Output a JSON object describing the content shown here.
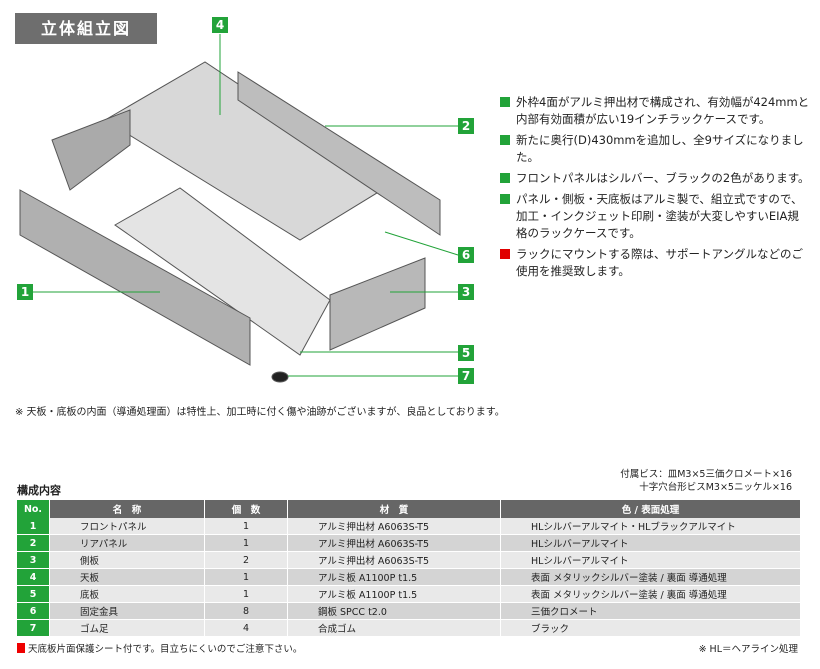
{
  "title": "立体組立図",
  "callouts": [
    "1",
    "2",
    "3",
    "4",
    "5",
    "6",
    "7"
  ],
  "bullets": [
    {
      "text": "外枠4面がアルミ押出材で構成され、有効幅が424mmと内部有効面積が広い19インチラックケースです。",
      "color": "#22a339"
    },
    {
      "text": "新たに奥行(D)430mmを追加し、全9サイズになりました。",
      "color": "#22a339"
    },
    {
      "text": "フロントパネルはシルバー、ブラックの2色があります。",
      "color": "#22a339"
    },
    {
      "text": "パネル・側板・天底板はアルミ製で、組立式ですので、加工・インクジェット印刷・塗装が大変しやすいEIA規格のラックケースです。",
      "color": "#22a339"
    },
    {
      "text": "ラックにマウントする際は、サポートアングルなどのご使用を推奨致します。",
      "color": "#e00000"
    }
  ],
  "note": "※ 天板・底板の内面（導通処理面）は特性上、加工時に付く傷や油跡がございますが、良品としております。",
  "section_title": "構成内容",
  "accessories": [
    "付属ビス：皿M3×5三価クロメート×16",
    "十字穴台形ビスM3×5ニッケル×16"
  ],
  "table": {
    "headers": [
      "No.",
      "名　称",
      "個　数",
      "材　質",
      "色 / 表面処理"
    ],
    "rows": [
      [
        "1",
        "フロントパネル",
        "1",
        "アルミ押出材 A6063S-T5",
        "HLシルバーアルマイト・HLブラックアルマイト"
      ],
      [
        "2",
        "リアパネル",
        "1",
        "アルミ押出材 A6063S-T5",
        "HLシルバーアルマイト"
      ],
      [
        "3",
        "側板",
        "2",
        "アルミ押出材 A6063S-T5",
        "HLシルバーアルマイト"
      ],
      [
        "4",
        "天板",
        "1",
        "アルミ板 A1100P t1.5",
        "表面 メタリックシルバー塗装 / 裏面 導通処理"
      ],
      [
        "5",
        "底板",
        "1",
        "アルミ板 A1100P t1.5",
        "表面 メタリックシルバー塗装 / 裏面 導通処理"
      ],
      [
        "6",
        "固定金具",
        "8",
        "鋼板 SPCC t2.0",
        "三価クロメート"
      ],
      [
        "7",
        "ゴム足",
        "4",
        "合成ゴム",
        "ブラック"
      ]
    ]
  },
  "footnote": "天底板片面保護シート付です。目立ちにくいのでご注意下さい。",
  "hl_note": "※ HL＝ヘアライン処理"
}
